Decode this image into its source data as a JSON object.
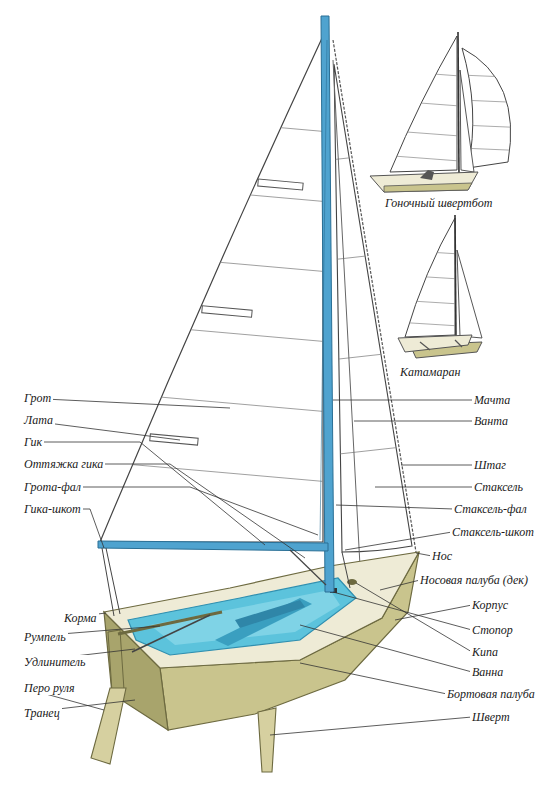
{
  "diagram": {
    "labels": [
      "Гоночный швертбот",
      "Катамаран",
      "Грот",
      "Лата",
      "Гик",
      "Оттяжка гика",
      "Грота-фал",
      "Гика-шкот",
      "Корма",
      "Румпель",
      "Удлинитель",
      "Перо руля",
      "Транец",
      "Мачта",
      "Ванта",
      "Штаг",
      "Стаксель",
      "Стаксель-фал",
      "Стаксель-шкот",
      "Нос",
      "Носовая палуба (дек)",
      "Корпус",
      "Стопор",
      "Кипа",
      "Ванна",
      "Бортовая палуба",
      "Шверт"
    ]
  }
}
